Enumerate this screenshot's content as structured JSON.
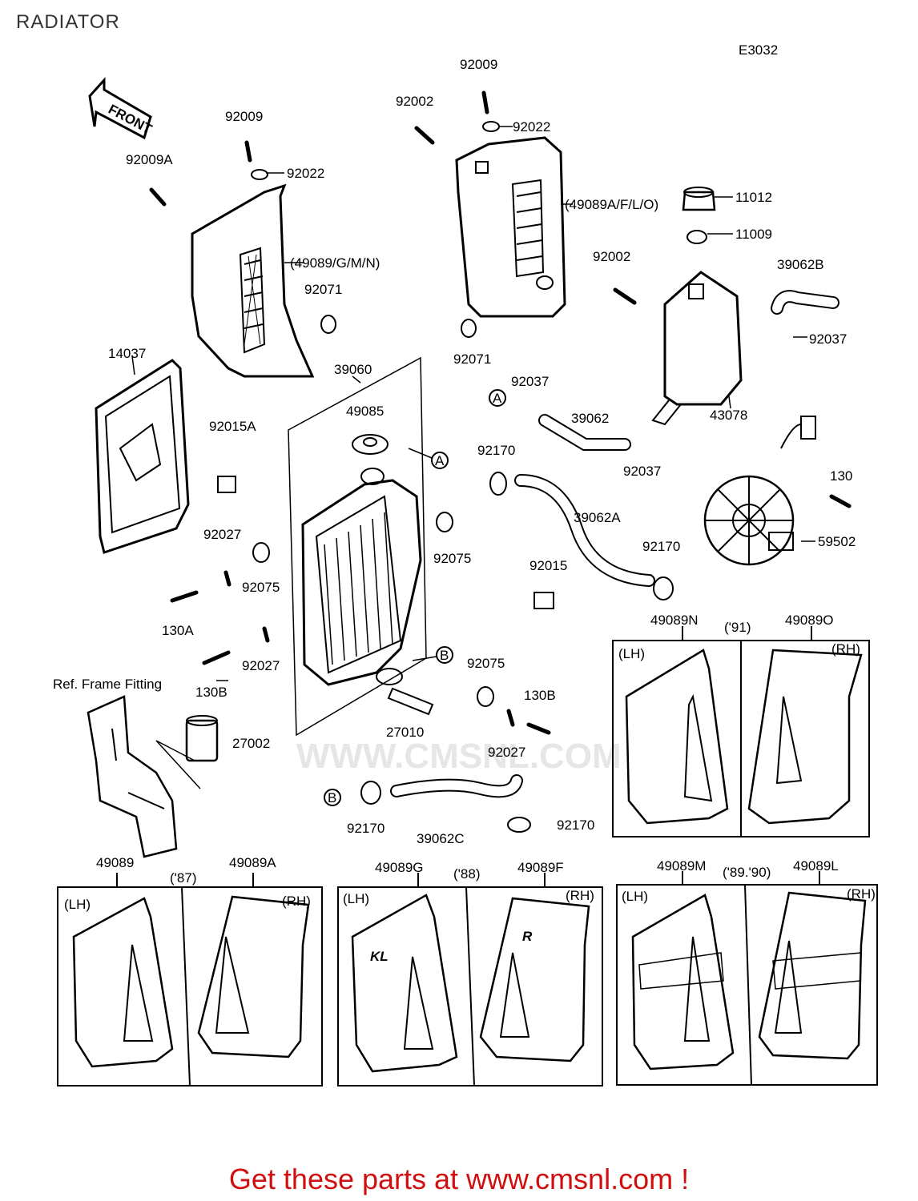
{
  "page_title": "RADIATOR",
  "diagram_code": "E3032",
  "footer": "Get these parts at www.cmsnl.com !",
  "front_sign": "FRONT",
  "ref_markers": {
    "a": "A",
    "b": "B"
  },
  "callouts": {
    "c92009_r": "92009",
    "c92002_t": "92002",
    "c92022_r": "92022",
    "c92009_l": "92009",
    "c92009A": "92009A",
    "c92022_l": "92022",
    "c49089AFLO": "(49089A/F/L/O)",
    "c11012": "11012",
    "c11009": "11009",
    "c49089GMN": "(49089/G/M/N)",
    "c92071_l": "92071",
    "c92002_m": "92002",
    "c39062B": "39062B",
    "c92037_r": "92037",
    "c14037": "14037",
    "c39060": "39060",
    "c92071_m": "92071",
    "c92037_t": "92037",
    "c49085": "49085",
    "c39062": "39062",
    "c43078": "43078",
    "c92015A": "92015A",
    "c92037_b": "92037",
    "c92170_t": "92170",
    "c130": "130",
    "c39062A": "39062A",
    "c59502": "59502",
    "c92027_l": "92027",
    "c92075_m": "92075",
    "c92170_m": "92170",
    "c92075_l": "92075",
    "c92015": "92015",
    "c130A": "130A",
    "c92027_b": "92027",
    "c130B_l": "130B",
    "c92075_b": "92075",
    "c130B_r": "130B",
    "c27010": "27010",
    "c92027_r": "92027",
    "c27002": "27002",
    "c92170_l": "92170",
    "c39062C": "39062C",
    "c92170_b": "92170",
    "ref_frame": "Ref. Frame Fitting"
  },
  "variant_groups": [
    {
      "year": "('91)",
      "left_code": "49089N",
      "right_code": "49089O",
      "left_side": "(LH)",
      "right_side": "(RH)"
    },
    {
      "year": "('87)",
      "left_code": "49089",
      "right_code": "49089A",
      "left_side": "(LH)",
      "right_side": "(RH)"
    },
    {
      "year": "('88)",
      "left_code": "49089G",
      "right_code": "49089F",
      "left_side": "(LH)",
      "right_side": "(RH)"
    },
    {
      "year": "('89.'90)",
      "left_code": "49089M",
      "right_code": "49089L",
      "left_side": "(LH)",
      "right_side": "(RH)"
    }
  ],
  "decal_text": {
    "kl": "KL",
    "r": "R"
  },
  "colors": {
    "footer": "#d01010",
    "line": "#000000",
    "watermark": "#e6e6e6"
  }
}
